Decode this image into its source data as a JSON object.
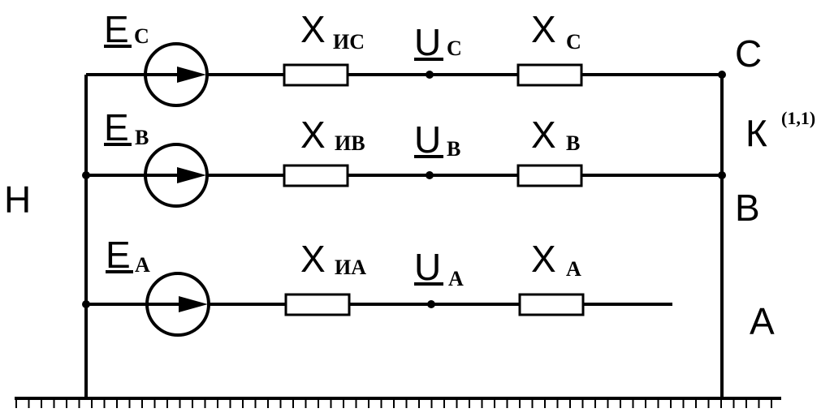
{
  "labels": {
    "neutral": "Н",
    "bus_c": "С",
    "bus_b": "В",
    "bus_a": "А",
    "fault": "К",
    "fault_sup": "(1,1)"
  },
  "phases": [
    {
      "id": "c",
      "emf": "E",
      "emf_sub": "С",
      "xi": "X",
      "xi_sub": "ИС",
      "u": "U",
      "u_sub": "С",
      "x": "X",
      "x_sub": "С"
    },
    {
      "id": "b",
      "emf": "E",
      "emf_sub": "В",
      "xi": "X",
      "xi_sub": "ИВ",
      "u": "U",
      "u_sub": "В",
      "x": "X",
      "x_sub": "В"
    },
    {
      "id": "a",
      "emf": "E",
      "emf_sub": "А",
      "xi": "X",
      "xi_sub": "ИА",
      "u": "U",
      "u_sub": "А",
      "x": "X",
      "x_sub": "А"
    }
  ]
}
